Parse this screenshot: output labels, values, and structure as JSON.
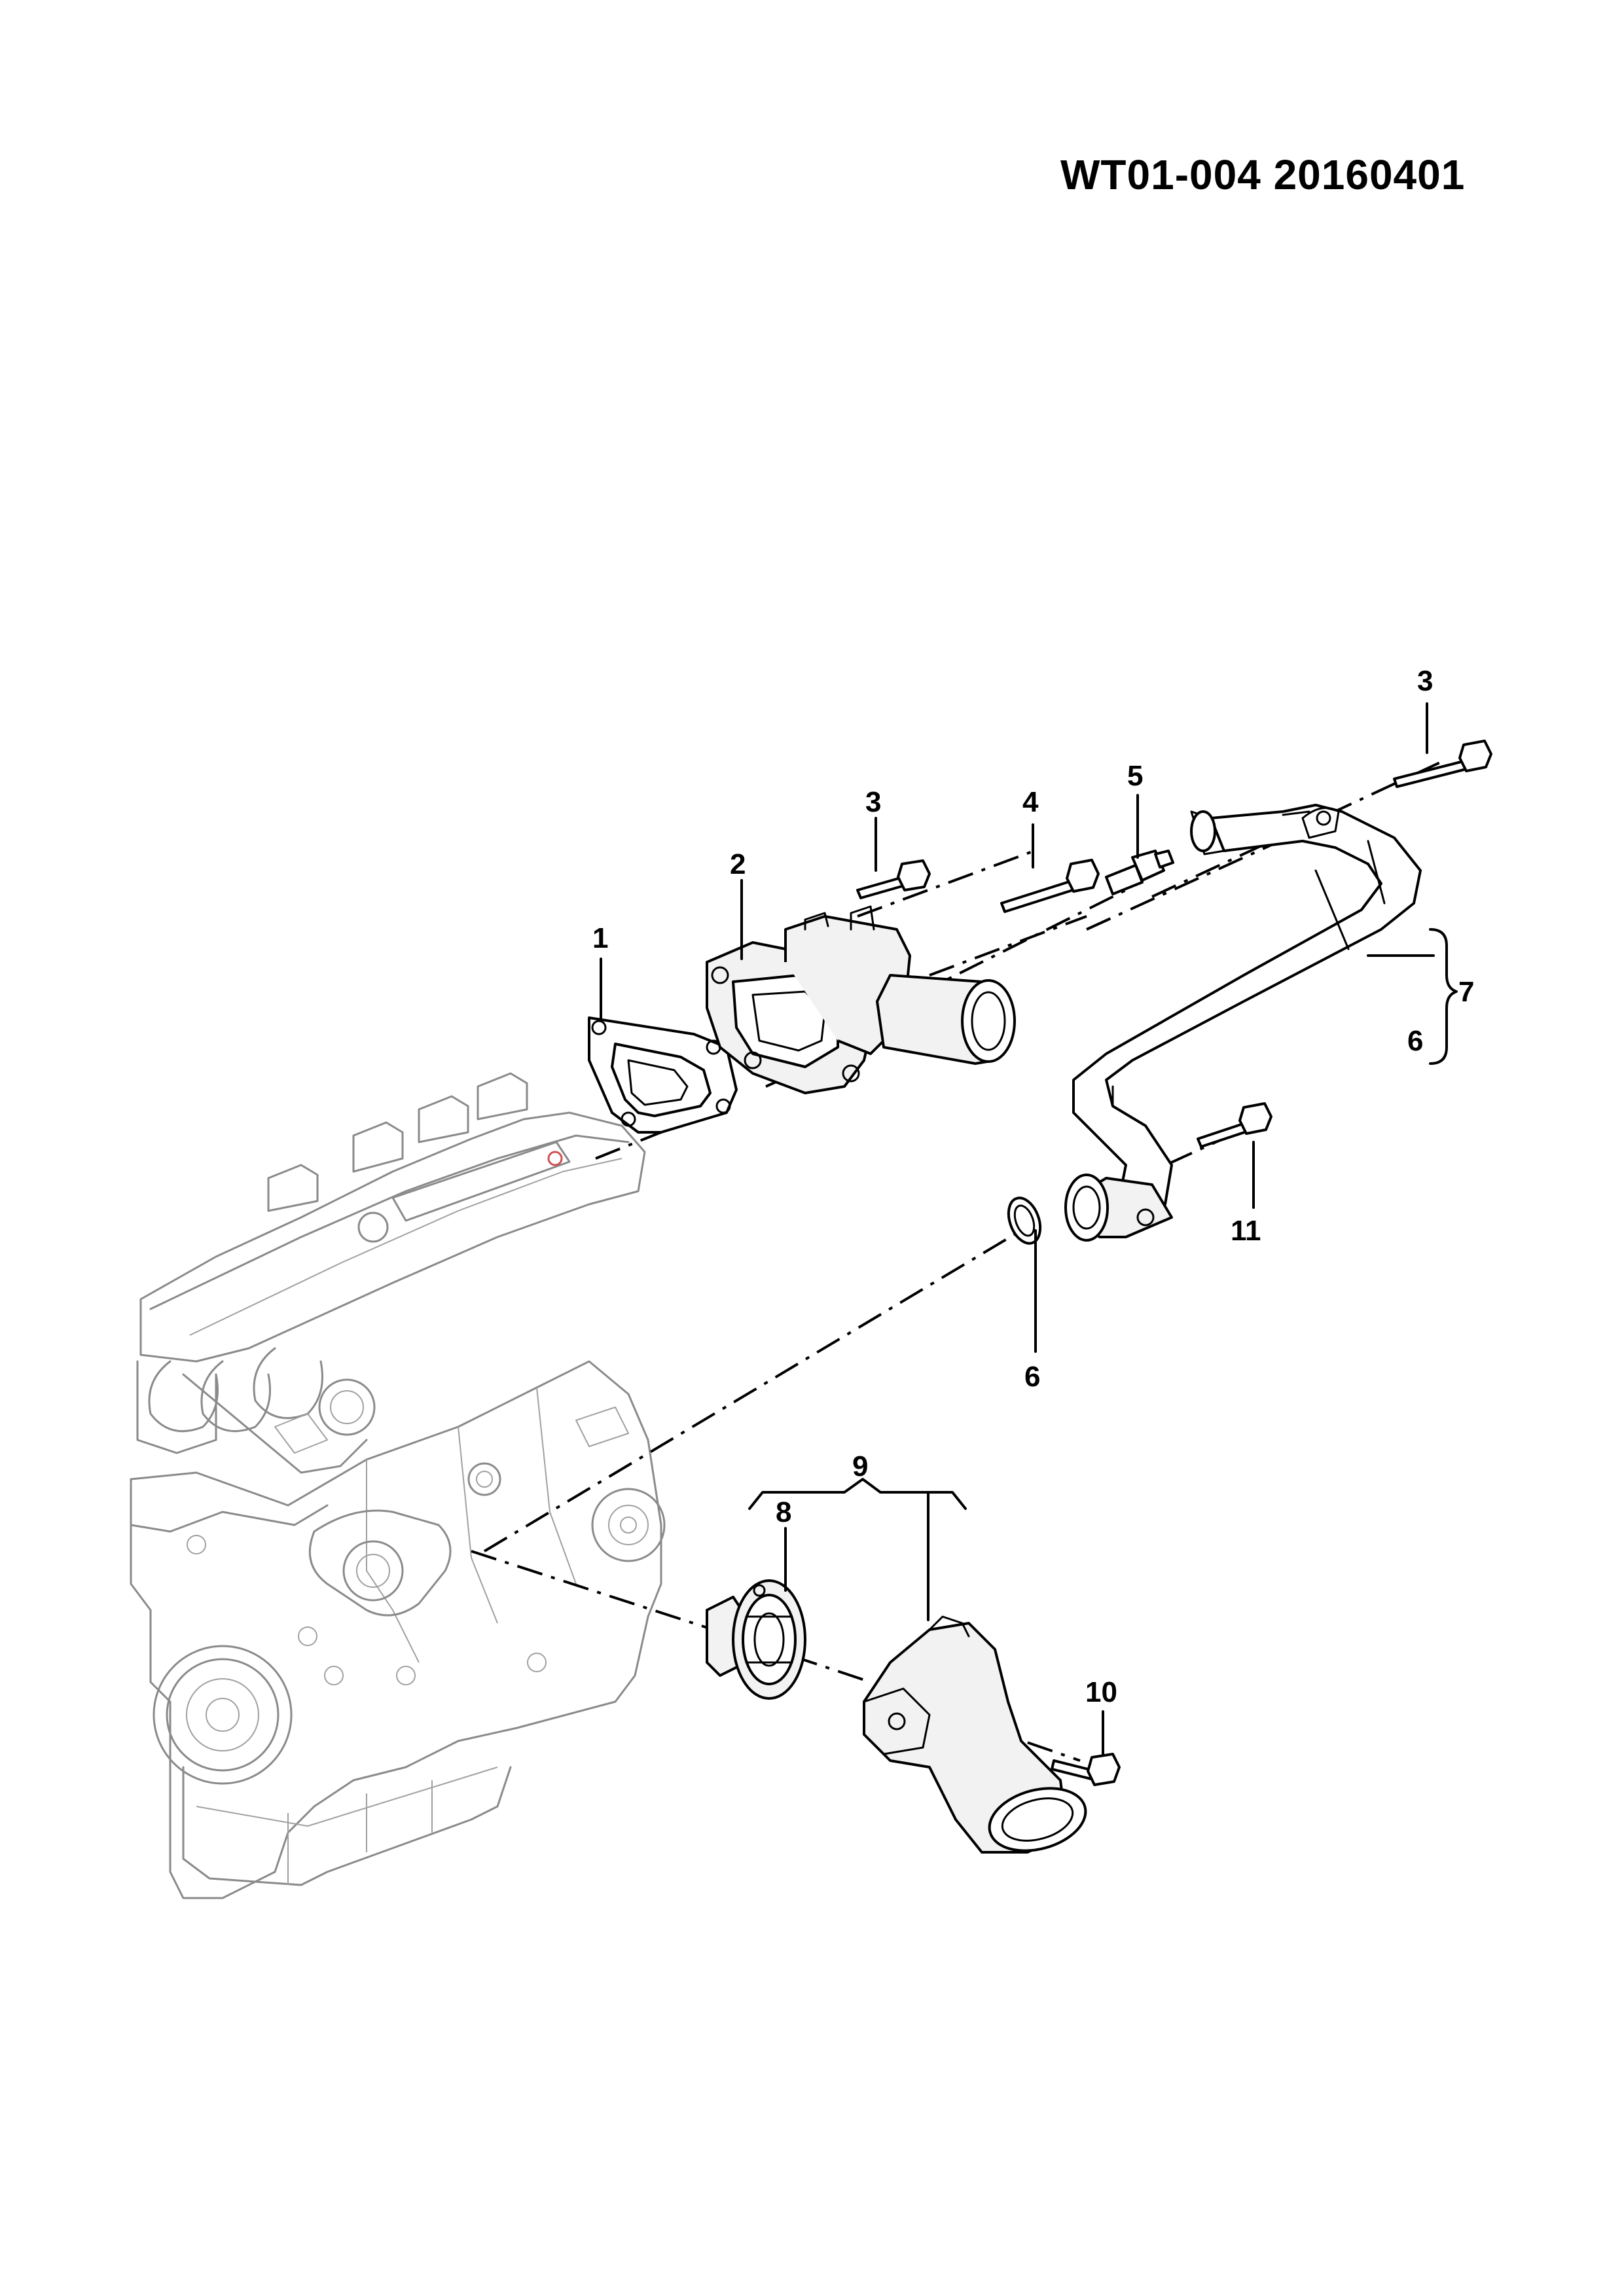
{
  "diagram": {
    "reference_code": "WT01-004  20160401",
    "colors": {
      "line": "#000000",
      "engine_outline": "#8a8a8a",
      "background": "#ffffff"
    },
    "callouts": {
      "p1": "1",
      "p2": "2",
      "p3a": "3",
      "p3b": "3",
      "p4": "4",
      "p5": "5",
      "p6a": "6",
      "p6b": "6",
      "p7": "7",
      "p8": "8",
      "p9": "9",
      "p10": "10",
      "p11": "11"
    }
  }
}
